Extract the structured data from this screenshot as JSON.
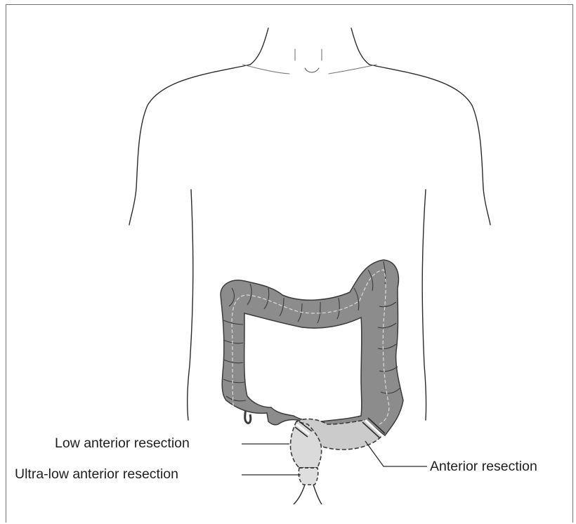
{
  "labels": {
    "low_anterior": "Low anterior resection",
    "ultra_low_anterior": "Ultra-low anterior resection",
    "anterior": "Anterior resection"
  },
  "colors": {
    "colon": "#8c8c8c",
    "resected_segment": "#cbcbcb",
    "outline": "#3a3a3a",
    "background": "#ffffff"
  }
}
